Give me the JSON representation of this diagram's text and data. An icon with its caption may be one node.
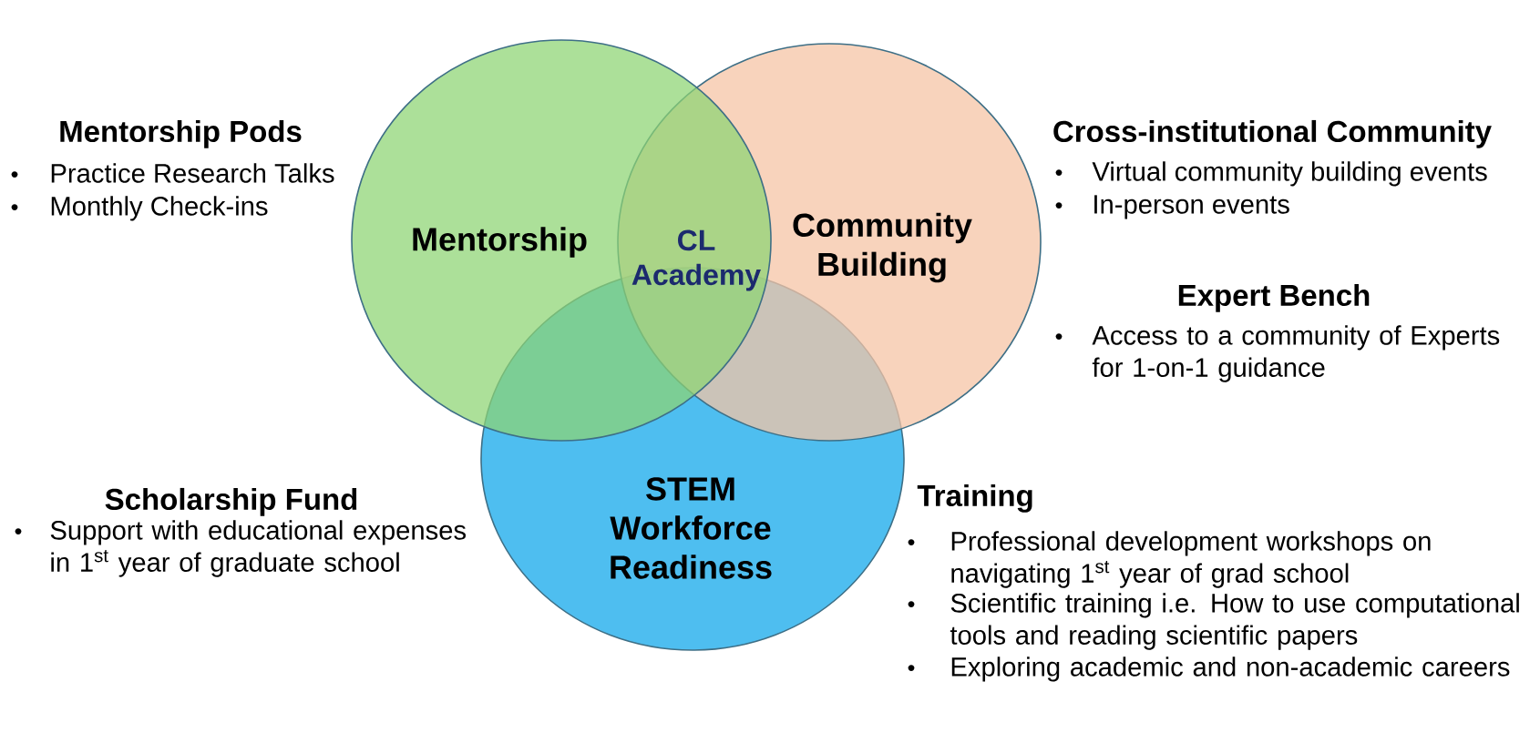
{
  "diagram": {
    "nodes": [
      {
        "text": [
          "Mentorship"
        ]
      },
      {
        "text": [
          "Community Building"
        ]
      },
      {
        "text": [
          "STEM Workforce Readiness"
        ]
      },
      {
        "text": [
          "CL Academy"
        ]
      }
    ],
    "labels": [
      "Mentorship Pods",
      "Practice Research Talks",
      "Monthly Check-ins",
      "Cross-institutional Community",
      "Virtual community building events",
      "In-person events",
      "Expert Bench",
      "Access to a community of Experts for 1-on-1 guidance",
      "Scholarship Fund",
      "Support with educational expenses in 1$^{st}$ year of graduate school",
      "Training",
      "Professional development workshops on navigating 1$^{st}$ year of grad school",
      "Scientific training i.e. How to use computational tools and reading scientific papers",
      "Exploring academic and non-academic careers"
    ]
  }
}
